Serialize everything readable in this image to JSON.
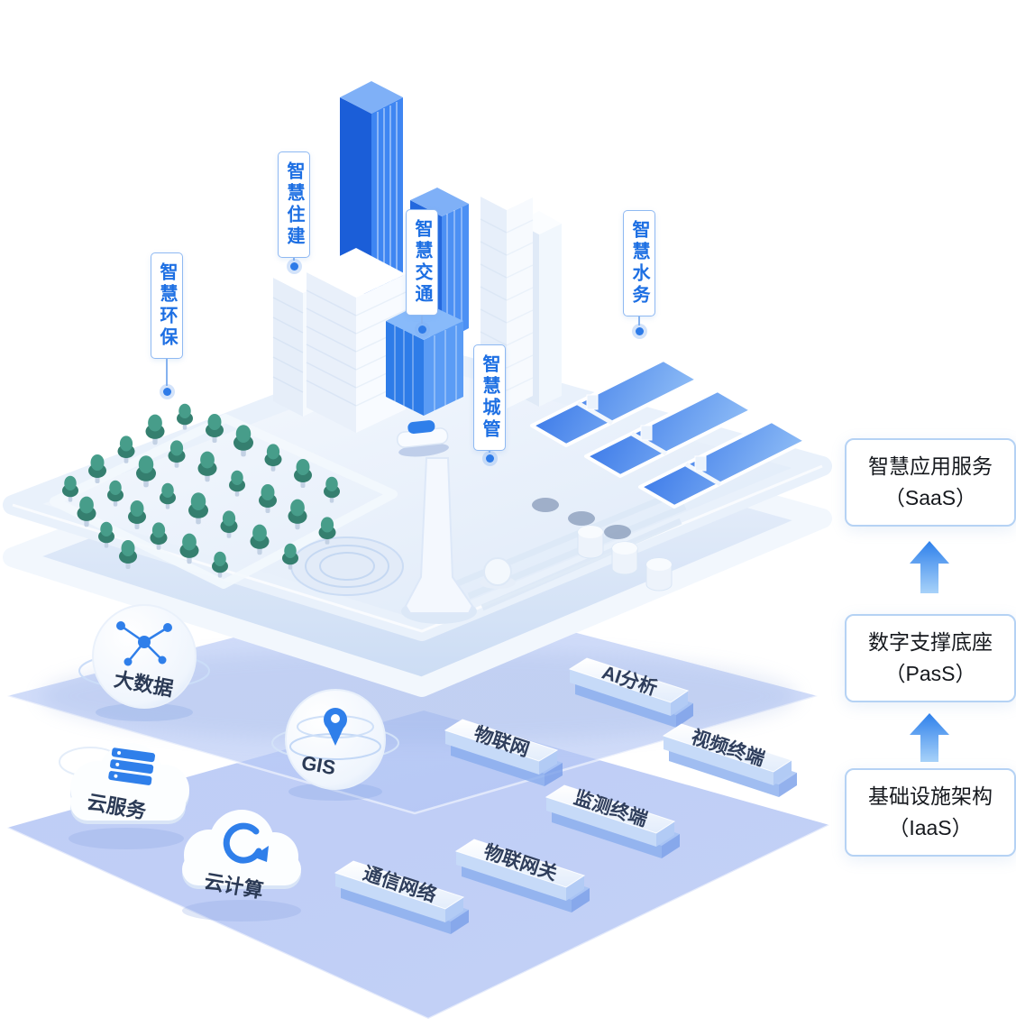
{
  "callouts": [
    {
      "label": "智慧环保"
    },
    {
      "label": "智慧住建"
    },
    {
      "label": "智慧交通"
    },
    {
      "label": "智慧城管"
    },
    {
      "label": "智慧水务"
    }
  ],
  "paas_layer": {
    "items": [
      {
        "label": "大数据",
        "icon": "molecule-network-icon"
      },
      {
        "label": "GIS",
        "icon": "globe-location-pin-icon"
      },
      {
        "label": "物联网"
      },
      {
        "label": "AI分析"
      },
      {
        "label": "视频终端"
      },
      {
        "label": "监测终端"
      }
    ]
  },
  "iaas_layer": {
    "items": [
      {
        "label": "云服务",
        "icon": "server-stack-icon"
      },
      {
        "label": "云计算",
        "icon": "circular-arrow-icon"
      },
      {
        "label": "通信网络"
      },
      {
        "label": "物联网关"
      }
    ]
  },
  "right_panel": {
    "boxes": [
      {
        "line1": "智慧应用服务",
        "line2": "（SaaS）"
      },
      {
        "line1": "数字支撑底座",
        "line2": "（PasS）"
      },
      {
        "line1": "基础设施架构",
        "line2": "（IaaS）"
      }
    ],
    "arrows": [
      {
        "icon": "up-arrow-icon"
      },
      {
        "icon": "up-arrow-icon"
      }
    ]
  },
  "colors": {
    "accent_blue": "#2F7FEA",
    "callout_text": "#1D6FE3",
    "callout_border": "#8FB9F2",
    "panel_border": "#B5D2F4",
    "layer_fill": "#B7CAF5",
    "tree_green": "#3F9181",
    "pool_blue": "#2B6CE6",
    "building_blue": "#2E7CE8"
  }
}
